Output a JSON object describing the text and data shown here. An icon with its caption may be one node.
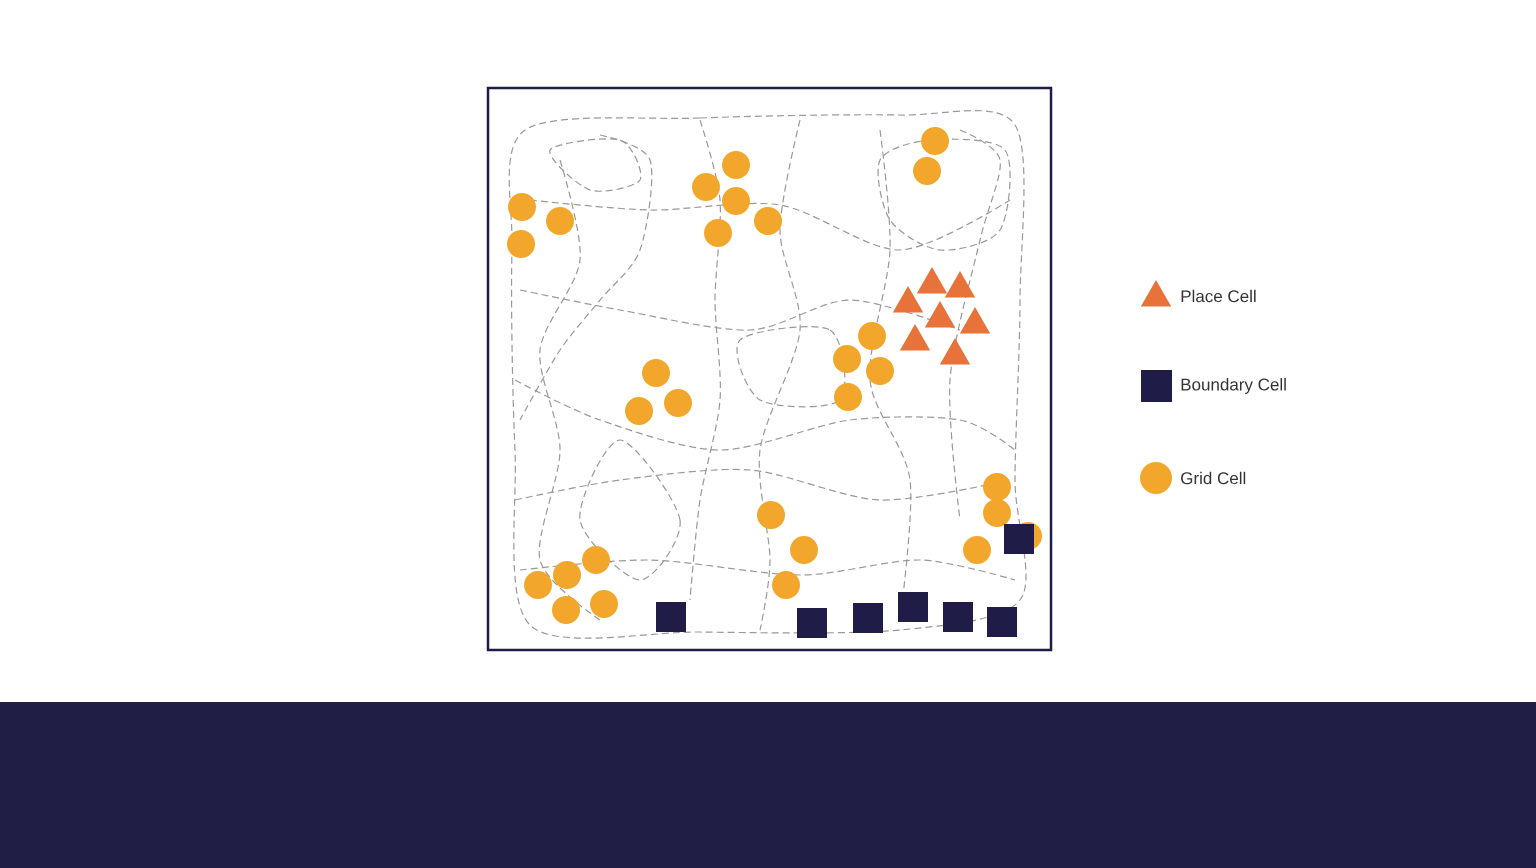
{
  "diagram": {
    "legend": [
      {
        "text": "Place Cell"
      },
      {
        "text": "Boundary Cell"
      },
      {
        "text": "Grid Cell"
      }
    ]
  }
}
